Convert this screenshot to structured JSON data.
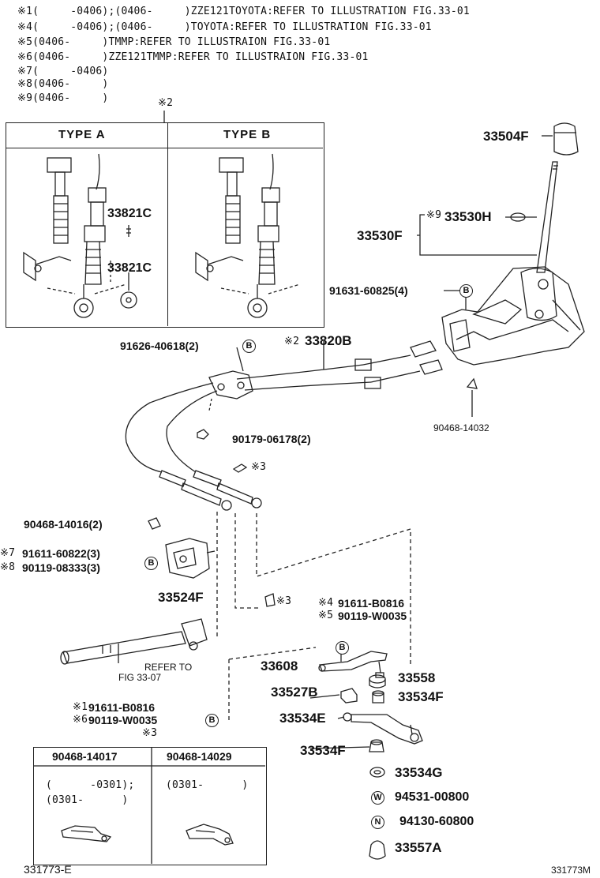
{
  "notes": [
    "※1(     -0406);(0406-     )ZZE121TOYOTA:REFER TO ILLUSTRATION FIG.33-01",
    "※4(     -0406);(0406-     )TOYOTA:REFER TO ILLUSTRATION FIG.33-01",
    "※5(0406-     )TMMP:REFER TO ILLUSTRAION FIG.33-01",
    "※6(0406-     )ZZE121TMMP:REFER TO ILLUSTRAION FIG.33-01",
    "※7(     -0406)",
    "※8(0406-     )",
    "※9(0406-     )"
  ],
  "type_box": {
    "marker": "※2",
    "type_a": "TYPE  A",
    "type_b": "TYPE  B",
    "part_upper": "33821C",
    "part_lower": "33821C"
  },
  "parts": {
    "knob": "33504F",
    "shift_lever_note": "※9",
    "shift_lever_sub": "33530H",
    "shift_lever": "33530F",
    "bolt_upper": "91631-60825(4)",
    "clip_9046814032": "90468-14032",
    "bolt_cable_bracket": "91626-40618(2)",
    "cable_note": "※2",
    "cable": "33820B",
    "nut_90179": "90179-06178(2)",
    "cable_clip_marker1": "※3",
    "clip_90468_14016": "90468-14016(2)",
    "bracket_note1": "※7",
    "bracket_bolt1": "91611-60822(3)",
    "bracket_note2": "※8",
    "bracket_bolt2": "90119-08333(3)",
    "bracket": "33524F",
    "cable_clip_marker2": "※3",
    "refer_to": "REFER TO",
    "refer_fig": "FIG 33-07",
    "lever_note1": "※4",
    "lever_bolt1": "91611-B0816",
    "lever_note2": "※5",
    "lever_bolt2": "90119-W0035",
    "lever": "33608",
    "bushing_33558": "33558",
    "part_33527B": "33527B",
    "bushing_33534F_a": "33534F",
    "lever_33534E": "33534E",
    "bushing_33534F_b": "33534F",
    "washer_33534G": "33534G",
    "washer_w": "94531-00800",
    "nut_n": "94130-60800",
    "cap_33557A": "33557A",
    "lower_note1": "※1",
    "lower_bolt1": "91611-B0816",
    "lower_note2": "※6",
    "lower_bolt2": "90119-W0035"
  },
  "clip_table": {
    "marker": "※3",
    "col1_header": "90468-14017",
    "col2_header": "90468-14029",
    "col1_line1": "(      -0301);",
    "col1_line2": "(0301-      )",
    "col2_line1": "(0301-      )"
  },
  "symbols": {
    "b": "B",
    "w": "W",
    "n": "N"
  },
  "footer": {
    "left_code": "331773-E",
    "right_code": "331773M"
  }
}
